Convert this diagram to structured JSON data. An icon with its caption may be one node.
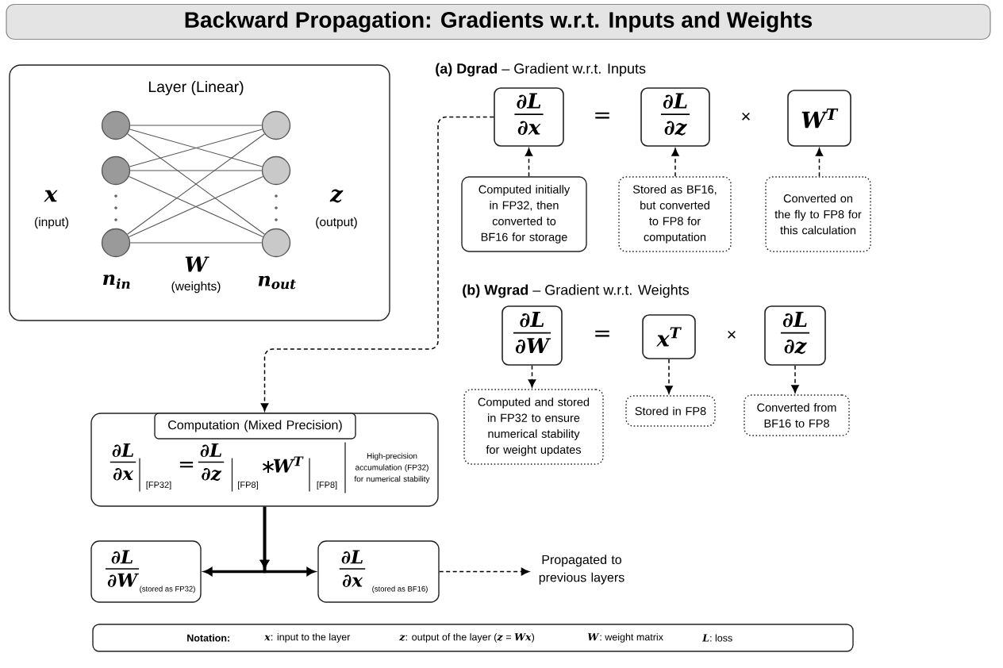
{
  "diagram": {
    "title": "Backward Propagation: Gradients w.r.t. Inputs and Weights",
    "nodes": [
      {
        "text": [
          "Layer (Linear)"
        ]
      },
      {
        "text": [],
        "shape": "circle",
        "in": 0
      },
      {
        "text": [],
        "shape": "circle",
        "in": 0
      },
      {
        "text": [],
        "shape": "circle",
        "in": 0
      },
      {
        "text": [],
        "shape": "circle",
        "in": 0
      },
      {
        "text": [],
        "shape": "circle",
        "in": 0
      },
      {
        "text": [],
        "shape": "circle",
        "in": 0
      },
      {
        "text": [
          "∂L",
          "∂x"
        ]
      },
      {
        "text": [
          "∂L",
          "∂z"
        ]
      },
      {
        "text": [
          "W$^{T}$"
        ]
      },
      {
        "text": [
          "Computed initially in FP32, then converted to BF16 for storage"
        ]
      },
      {
        "text": [
          "Stored as BF16, but converted to FP8 for computation"
        ]
      },
      {
        "text": [
          "Converted on the fly to FP8 for this calculation"
        ]
      },
      {
        "text": [
          "∂L",
          "∂W"
        ]
      },
      {
        "text": [
          "x$^{T}$"
        ]
      },
      {
        "text": [
          "∂L",
          "∂z"
        ]
      },
      {
        "text": [
          "Computed and stored in FP32 to ensure numerical stability for weight updates"
        ]
      },
      {
        "text": [
          "Stored in FP8"
        ]
      },
      {
        "text": [
          "Converted from BF16 to FP8"
        ]
      },
      {
        "text": [
          "∂L",
          "∂x",
          "[FP32]",
          "=",
          "∂L",
          "∂z",
          "[FP8]",
          "∗",
          "W$^{T}$",
          "[FP8]",
          "High-precision accumulation (FP32) for numerical stability"
        ]
      },
      {
        "text": [
          "Computation (Mixed Precision)"
        ],
        "in": 19
      },
      {
        "text": [
          "∂L",
          "∂W",
          "(stored as FP32)"
        ]
      },
      {
        "text": [
          "∂L",
          "∂x",
          "(stored as BF16)"
        ]
      },
      {
        "text": [
          "Propagated to previous layers"
        ]
      },
      {
        "text": [
          "Notation:",
          "*x*: input to the layer",
          "*z*: output of the layer (*z* = *Wx*)",
          "*W*: weight matrix",
          "*L*: loss"
        ]
      }
    ],
    "edges": [
      {
        "from": 1,
        "to": 4,
        "arrow": "none",
        "color": "#555555"
      },
      {
        "from": 1,
        "to": 5,
        "arrow": "none",
        "color": "#555555"
      },
      {
        "from": 1,
        "to": 6,
        "arrow": "none",
        "color": "#555555"
      },
      {
        "from": 2,
        "to": 4,
        "arrow": "none",
        "color": "#555555"
      },
      {
        "from": 2,
        "to": 5,
        "arrow": "none",
        "color": "#555555"
      },
      {
        "from": 2,
        "to": 6,
        "arrow": "none",
        "color": "#555555"
      },
      {
        "from": 3,
        "to": 4,
        "arrow": "none",
        "color": "#555555"
      },
      {
        "from": 3,
        "to": 5,
        "arrow": "none",
        "color": "#555555"
      },
      {
        "from": 3,
        "to": 6,
        "arrow": "none",
        "color": "#555555"
      },
      {
        "from": 10,
        "to": 7,
        "arrow": "to",
        "style": "dashed"
      },
      {
        "from": 11,
        "to": 8,
        "arrow": "to",
        "style": "dashed"
      },
      {
        "from": 12,
        "to": 9,
        "arrow": "to",
        "style": "dashed"
      },
      {
        "from": 13,
        "to": 16,
        "arrow": "to",
        "style": "dashed"
      },
      {
        "from": 14,
        "to": 17,
        "arrow": "to",
        "style": "dashed"
      },
      {
        "from": 15,
        "to": 18,
        "arrow": "to",
        "style": "dashed"
      },
      {
        "from": 7,
        "to": 19,
        "arrow": "to",
        "style": "dashed"
      },
      {
        "from": 19,
        "to": 21,
        "arrow": "to",
        "style": "thick"
      },
      {
        "from": 19,
        "to": 22,
        "arrow": "to",
        "style": "thick"
      },
      {
        "from": 22,
        "to": 23,
        "arrow": "to",
        "style": "dashed"
      }
    ],
    "labels": [
      "**(a) Dgrad** – Gradient w.r.t. Inputs",
      "=",
      "×",
      "x",
      "(input)",
      "z",
      "(output)",
      "W",
      "n$_{in}$",
      "(weights)",
      "n$_{out}$",
      "**(b) Wgrad** – Gradient w.r.t. Weights",
      "=",
      "×"
    ]
  }
}
